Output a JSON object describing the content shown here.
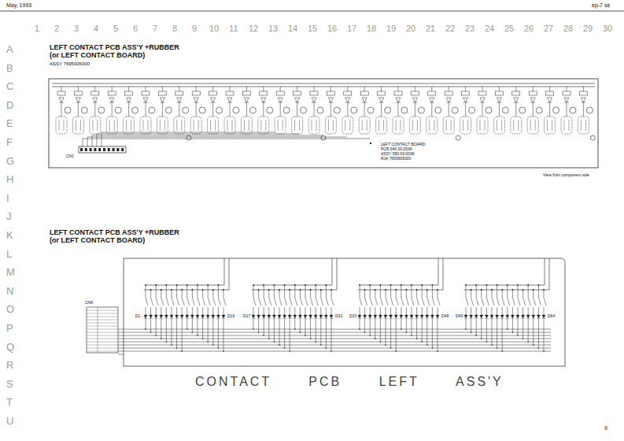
{
  "diagram": {
    "title": "LEFT CONTACT PCB ASS'Y +RUBBER (or LEFT CONTACT BOARD)",
    "labels": [
      "May, 1993",
      "ep-7 se",
      "1",
      "2",
      "3",
      "4",
      "5",
      "6",
      "7",
      "8",
      "9",
      "10",
      "11",
      "12",
      "13",
      "14",
      "15",
      "16",
      "17",
      "18",
      "19",
      "20",
      "21",
      "22",
      "23",
      "24",
      "25",
      "26",
      "27",
      "28",
      "29",
      "30",
      "A",
      "B",
      "C",
      "D",
      "E",
      "F",
      "G",
      "H",
      "I",
      "J",
      "K",
      "L",
      "M",
      "N",
      "O",
      "P",
      "Q",
      "R",
      "S",
      "T",
      "U",
      "ASSY 7695905000",
      "CN1",
      "LEFT CONTACT BOARD",
      "PCB 640.00.0534",
      "ASSY 590.09.0096",
      "RJA 7695905000",
      "View from component side",
      "LEFT CONTACT PCB ASS'Y +RUBBER (or LEFT CONTACT BOARD)",
      "CN8",
      "D1",
      "D16",
      "D17",
      "D32",
      "D33",
      "D48",
      "D49",
      "D64",
      "CONTACT PCB LEFT ASS'Y",
      "9"
    ]
  }
}
